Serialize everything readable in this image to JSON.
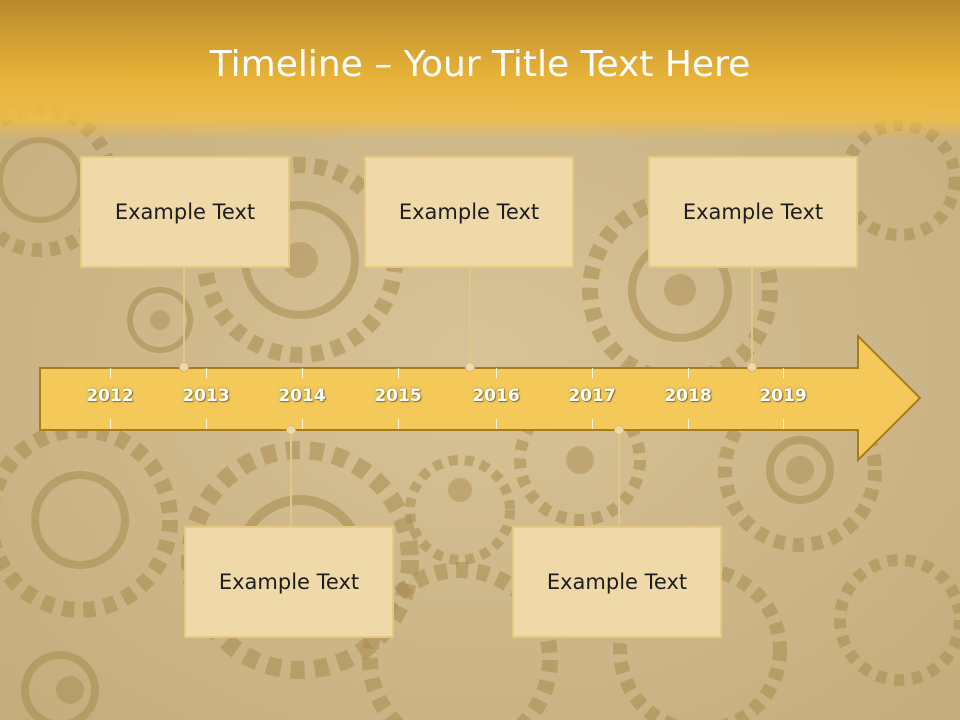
{
  "title": "Timeline – Your Title Text Here",
  "colors": {
    "header": "#e8b238",
    "arrow_fill": "#f5c85a",
    "arrow_stroke": "#a67c1c",
    "box_fill": "#efd9a9"
  },
  "timeline": {
    "years": [
      "2012",
      "2013",
      "2014",
      "2015",
      "2016",
      "2017",
      "2018",
      "2019"
    ]
  },
  "top_events": [
    {
      "text": "Example Text"
    },
    {
      "text": "Example Text"
    },
    {
      "text": "Example Text"
    }
  ],
  "bottom_events": [
    {
      "text": "Example Text"
    },
    {
      "text": "Example Text"
    }
  ]
}
